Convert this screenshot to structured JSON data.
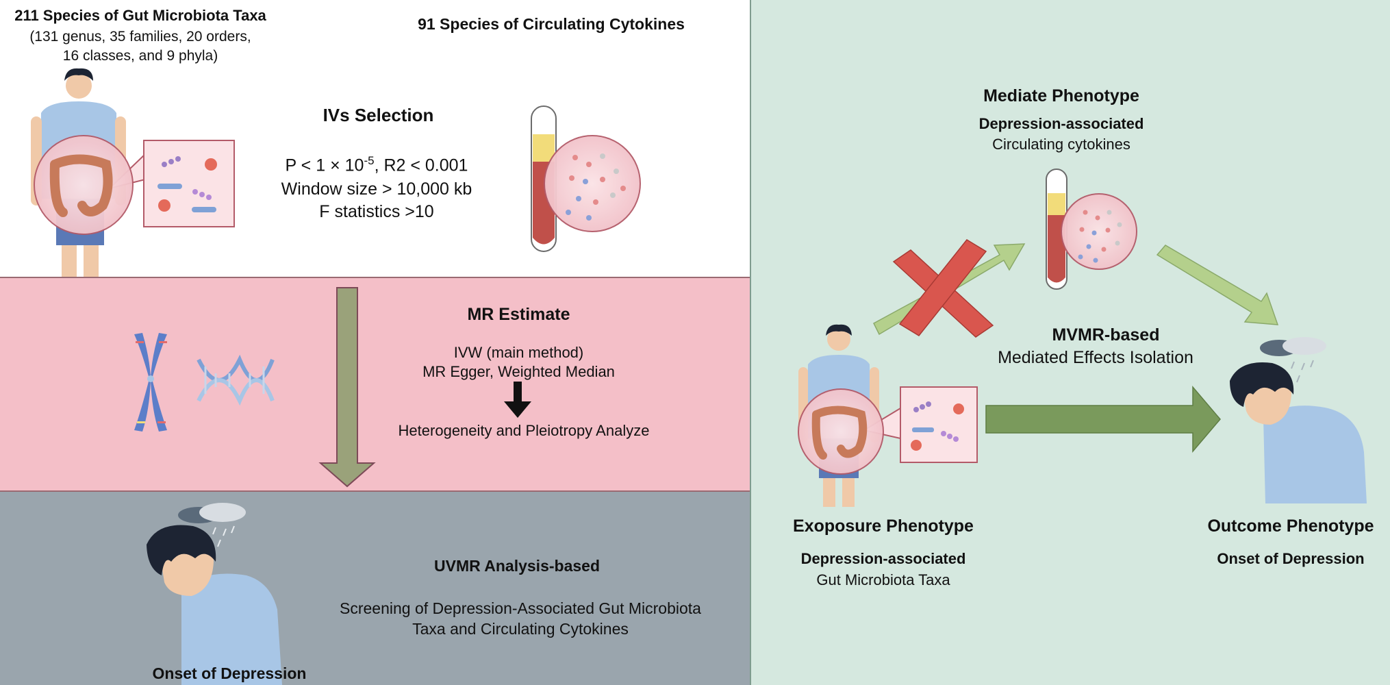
{
  "top": {
    "taxa_title": "211 Species of Gut Microbiota Taxa",
    "taxa_detail_1": "(131 genus,  35 families, 20 orders,",
    "taxa_detail_2": "16 classes, and 9 phyla)",
    "cytokines_title": "91 Species of Circulating Cytokines",
    "ivs_title": "IVs Selection",
    "crit_p_prefix": "P < 1 × 10",
    "crit_p_exp": "-5",
    "crit_p_suffix": ", R2 < 0.001",
    "crit_window": "Window size > 10,000 kb",
    "crit_f": "F statistics >10"
  },
  "middle": {
    "title": "MR Estimate",
    "line1": "IVW (main method)",
    "line2": "MR Egger, Weighted Median",
    "line3": "Heterogeneity and Pleiotropy Analyze"
  },
  "bottom": {
    "title": "UVMR Analysis-based",
    "line1": "Screening of Depression-Associated Gut Microbiota",
    "line2": "Taxa and Circulating Cytokines",
    "onset": "Onset of Depression"
  },
  "right": {
    "mediate_title": "Mediate Phenotype",
    "mediate_sub_bold": "Depression-associated",
    "mediate_sub": "Circulating cytokines",
    "mvmr_title": "MVMR-based",
    "mvmr_sub": "Mediated Effects Isolation",
    "exposure_title": "Exoposure Phenotype",
    "exposure_sub_bold": "Depression-associated",
    "exposure_sub": "Gut Microbiota Taxa",
    "outcome_title": "Outcome Phenotype",
    "outcome_sub_bold": "Onset of Depression"
  },
  "colors": {
    "arrow_olive": "#9aa27a",
    "arrow_green_light": "#b4d08c",
    "arrow_green_dark": "#7a9a5c",
    "cross_red": "#d9564e",
    "tube_red": "#c0504a",
    "tube_yellow": "#f2dc7a"
  }
}
